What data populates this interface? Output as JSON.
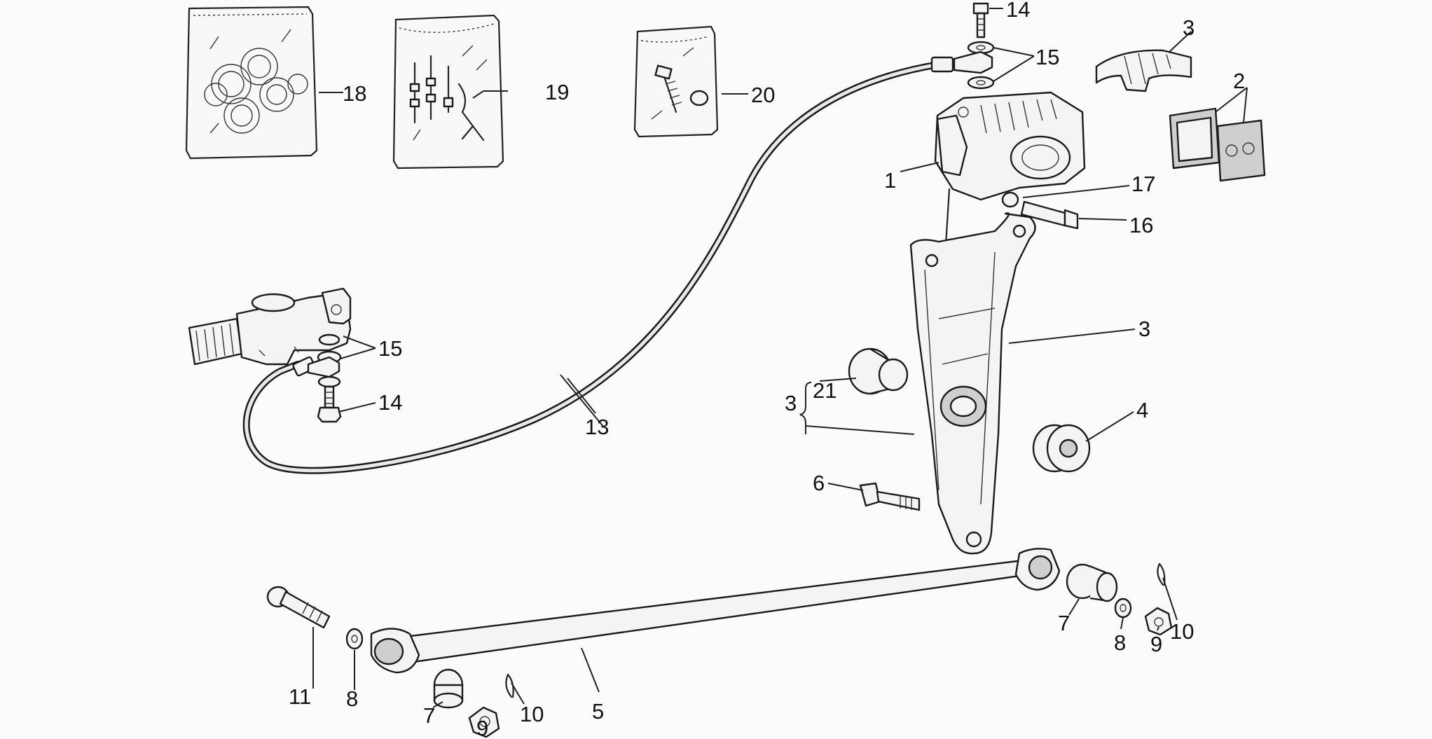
{
  "callouts": {
    "c1": "1",
    "c2": "2",
    "c3_caliper_bracket": "3",
    "c3_pads_cover": "3",
    "c3_arm": "3",
    "c4": "4",
    "c5": "5",
    "c6": "6",
    "c7_left": "7",
    "c7_right": "7",
    "c8_left": "8",
    "c8_right": "8",
    "c9_left": "9",
    "c9_right": "9",
    "c10_left": "10",
    "c10_right": "10",
    "c11": "11",
    "c13": "13",
    "c14_top": "14",
    "c14_left": "14",
    "c15_top": "15",
    "c15_left": "15",
    "c16": "16",
    "c17": "17",
    "c18": "18",
    "c19": "19",
    "c20": "20",
    "c21": "21"
  }
}
